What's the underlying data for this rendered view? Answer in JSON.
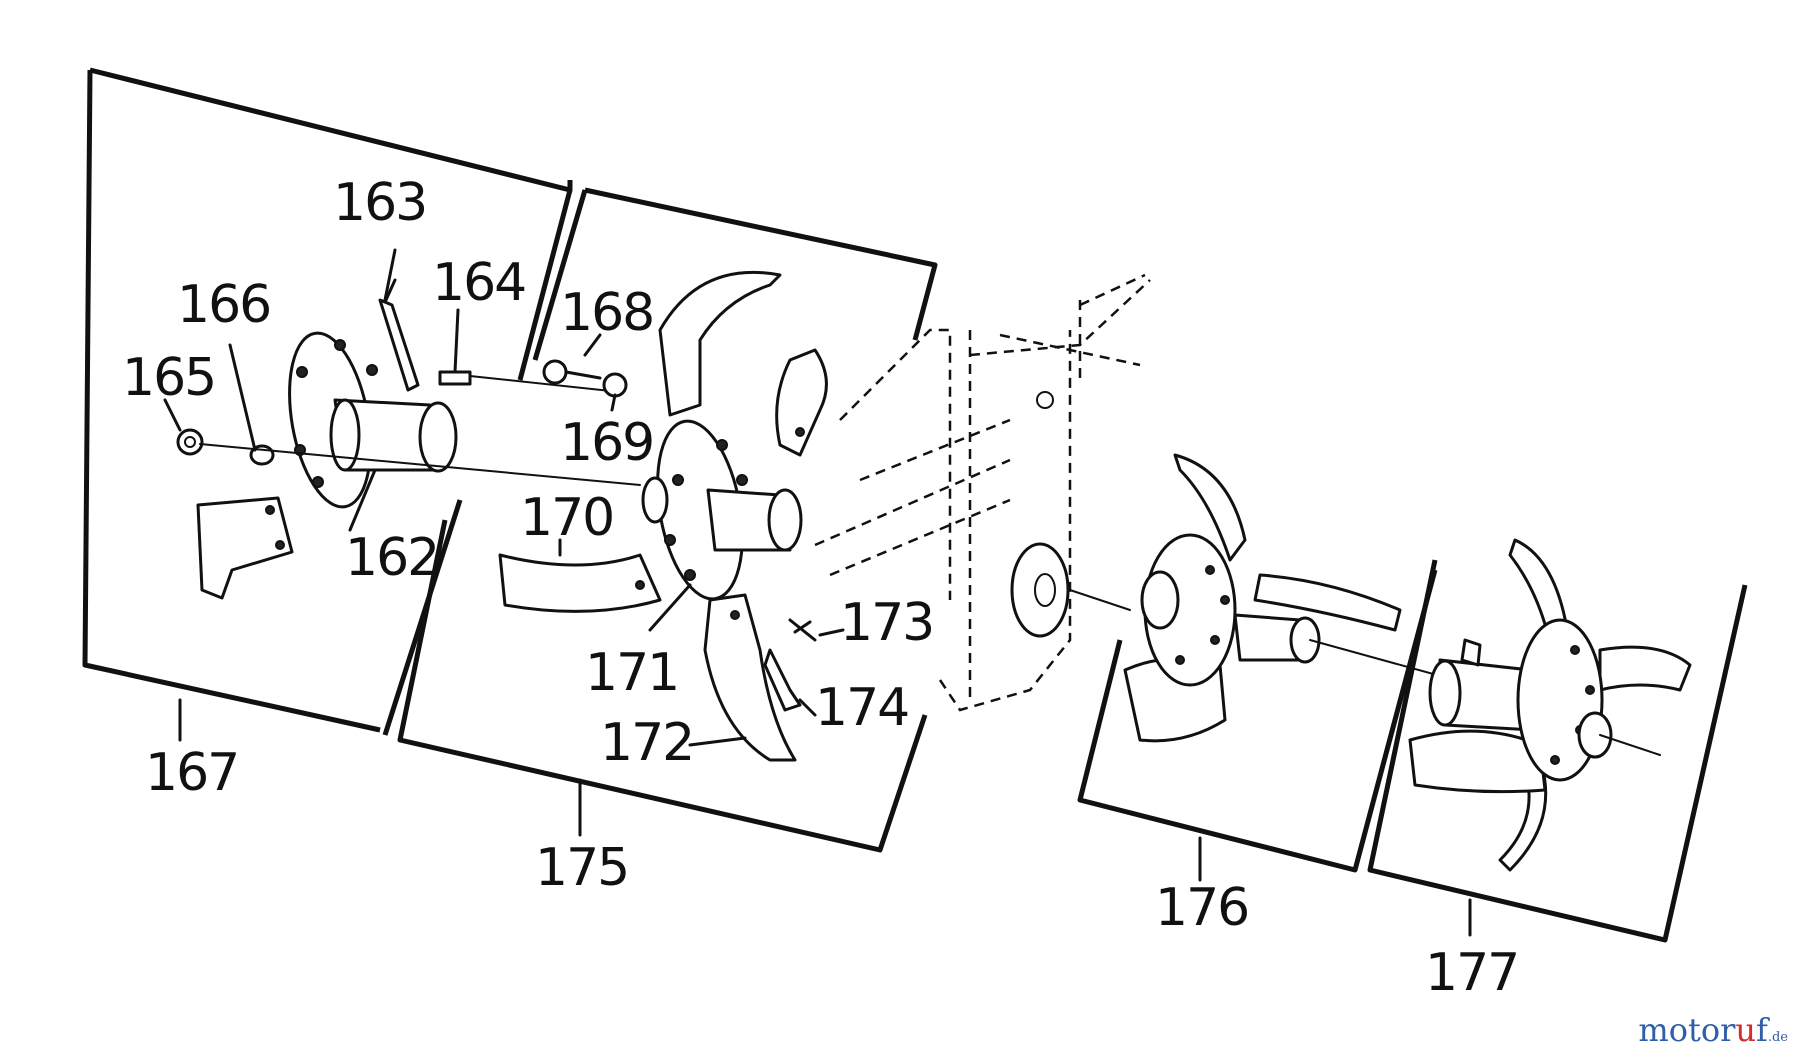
{
  "labels": {
    "p162": "162",
    "p163": "163",
    "p164": "164",
    "p165": "165",
    "p166": "166",
    "p167": "167",
    "p168": "168",
    "p169": "169",
    "p170": "170",
    "p171": "171",
    "p172": "172",
    "p173": "173",
    "p174": "174",
    "p175": "175",
    "p176": "176",
    "p177": "177"
  },
  "watermark": {
    "text_a": "motor",
    "text_b": "u",
    "text_c": "f",
    "tld": ".de"
  },
  "colors": {
    "ink": "#111111",
    "watermark_blue": "#2f5fa8",
    "watermark_red": "#d62b2b"
  }
}
